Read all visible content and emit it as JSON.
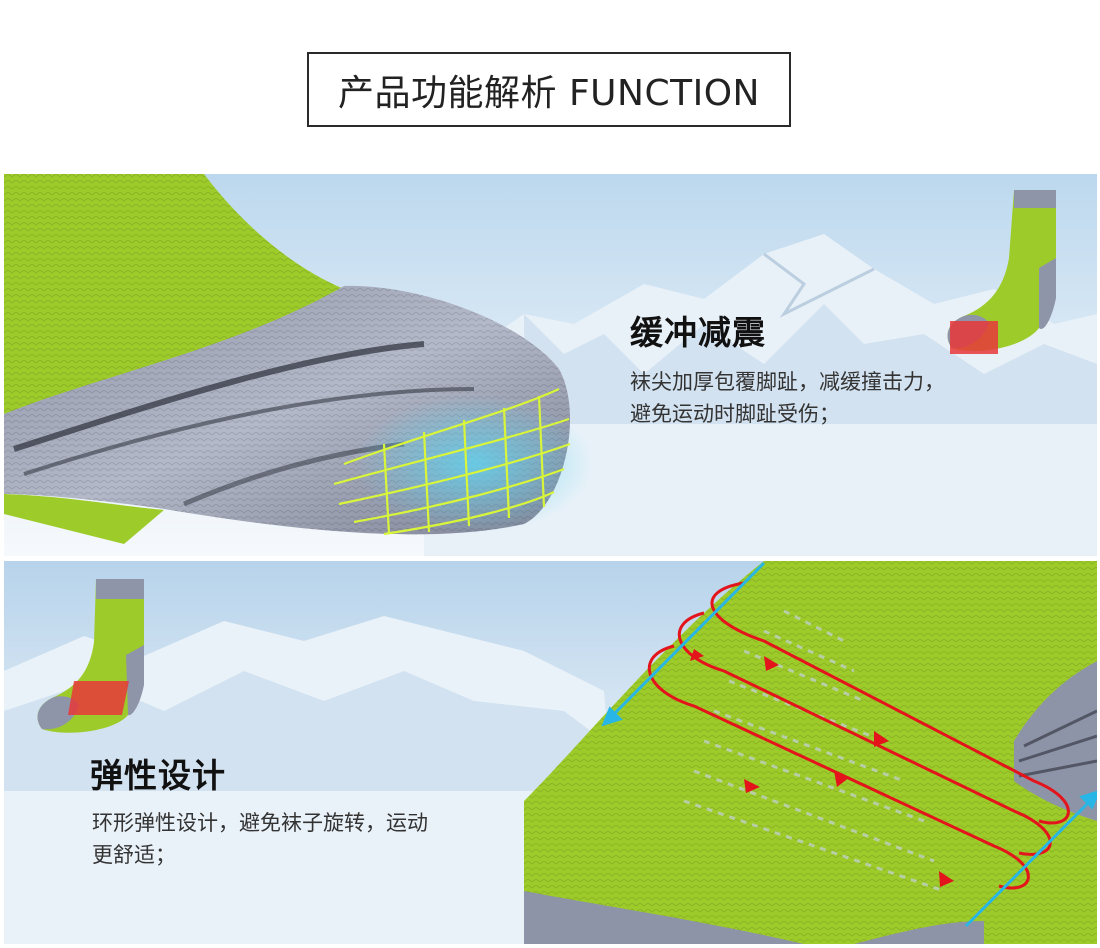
{
  "header": {
    "title": "产品功能解析 FUNCTION"
  },
  "features": [
    {
      "title": "缓冲减震",
      "desc_line1": "袜尖加厚包覆脚趾，减缓撞击力，",
      "desc_line2": "避免运动时脚趾受伤；"
    },
    {
      "title": "弹性设计",
      "desc_line1": "环形弹性设计，避免袜子旋转，运动",
      "desc_line2": "更舒适；"
    }
  ],
  "colors": {
    "sock_green": "#9dcc2a",
    "sock_grey": "#9aa0b2",
    "highlight_red": "#e8373a",
    "arrow_red": "#e3141b",
    "arrow_cyan": "#27b6e6",
    "mesh_yellow": "#d9f53a",
    "mesh_cyan": "#2fc3e6"
  }
}
